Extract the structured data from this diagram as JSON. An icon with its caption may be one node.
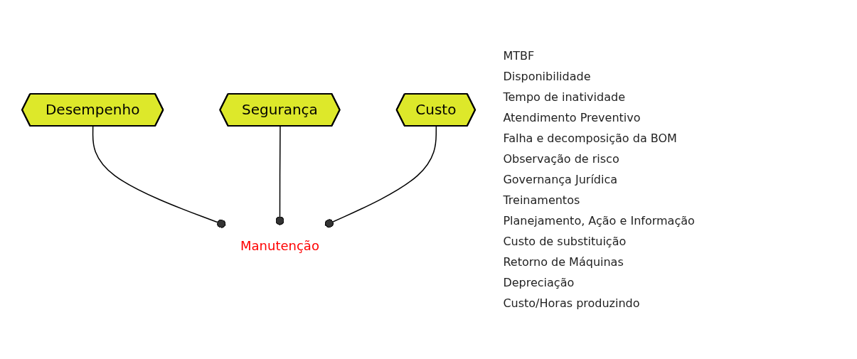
{
  "diagram": {
    "nodes": [
      {
        "text": [
          "Desempenho"
        ]
      },
      {
        "text": [
          "Segurança"
        ]
      },
      {
        "text": [
          "Custo"
        ]
      },
      {
        "text": [
          "Manutenção"
        ]
      }
    ],
    "edges": [
      {
        "from": 0,
        "to": 3,
        "arrow": "other"
      },
      {
        "from": 1,
        "to": 3,
        "arrow": "other"
      },
      {
        "from": 2,
        "to": 3,
        "arrow": "other"
      }
    ],
    "labels": [
      "MTBF",
      "Disponibilidade",
      "Tempo de inatividade",
      "Atendimento Preventivo",
      "Falha e decomposição da BOM",
      "Observação de risco",
      "Governança Jurídica",
      "Treinamentos",
      "Planejamento, Ação e Informação",
      "Custo de substituição",
      "Retorno de Máquinas",
      "Depreciação",
      "Custo/Horas produzindo"
    ]
  }
}
